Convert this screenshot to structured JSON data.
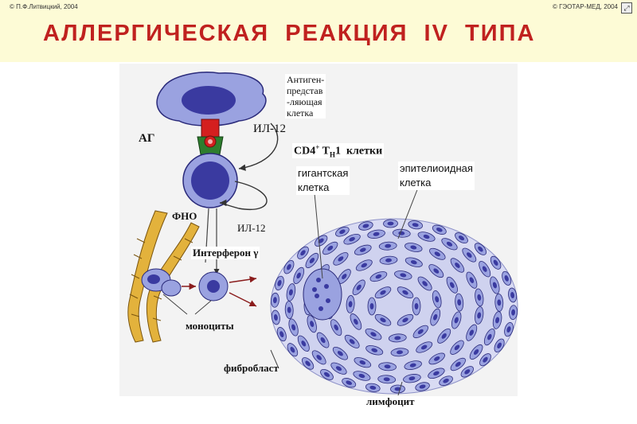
{
  "header": {
    "copyright_left": "© П.Ф.Литвицкий, 2004",
    "copyright_right": "© ГЭОТАР-МЕД, 2004",
    "corner_icon": "expand-icon",
    "title": "АЛЛЕРГИЧЕСКАЯ  РЕАКЦИЯ  IV  ТИПА"
  },
  "labels": {
    "apc": "Антиген-\nпредстав\n-ляющая\nклетка",
    "ag": "АГ",
    "il12_top": "ИЛ-12",
    "cd4_main": "CD4",
    "cd4_sup": "+",
    "cd4_t": " T",
    "cd4_sub": "H",
    "cd4_rest": "1  клетки",
    "fno": "ФНО",
    "il12_bottom": "ИЛ-12",
    "interferon": "Интерферон γ",
    "giant_cell": "гигантская\nклетка",
    "epithelioid_cell": "эпителиоидная\nклетка",
    "monocytes": "моноциты",
    "fibroblast": "фибробласт",
    "lymphocyte": "лимфоцит"
  },
  "colors": {
    "title": "#c0211f",
    "banner": "#fdfbd6",
    "cell_fill": "#9aa2e0",
    "nucleus_fill": "#3a3aa0",
    "receptor_red": "#d41f1f",
    "receptor_green": "#2e7d2e",
    "fiber_fill": "#e3b23c"
  }
}
